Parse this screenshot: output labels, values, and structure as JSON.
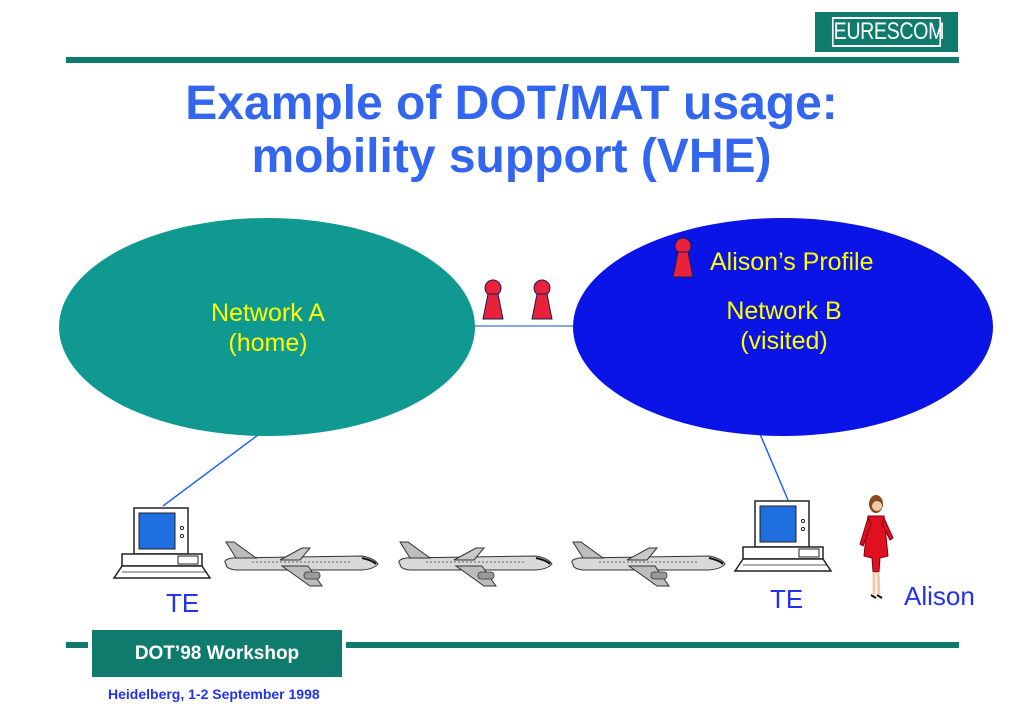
{
  "logo": {
    "text": "EURESCOM"
  },
  "title": {
    "line1": "Example of DOT/MAT usage:",
    "line2": "mobility support (VHE)"
  },
  "network_a": {
    "name": "Network A",
    "role": "(home)"
  },
  "network_b": {
    "name": "Network B",
    "role": "(visited)",
    "profile": "Alison’s Profile"
  },
  "terminals": [
    {
      "label": "TE"
    },
    {
      "label": "TE"
    }
  ],
  "person": {
    "label": "Alison"
  },
  "footer": {
    "event": "DOT’98 Workshop",
    "place_date": "Heidelberg, 1-2 September 1998"
  },
  "colors": {
    "accent": "#0f7b6c",
    "title": "#3366ee",
    "network_a_fill": "#0f9990",
    "network_b_fill": "#0a14e6",
    "label_yellow": "#ffff00",
    "agent_red": "#e8223a"
  },
  "icons": [
    "agent-icon",
    "computer-icon",
    "airplane-icon",
    "person-icon"
  ]
}
